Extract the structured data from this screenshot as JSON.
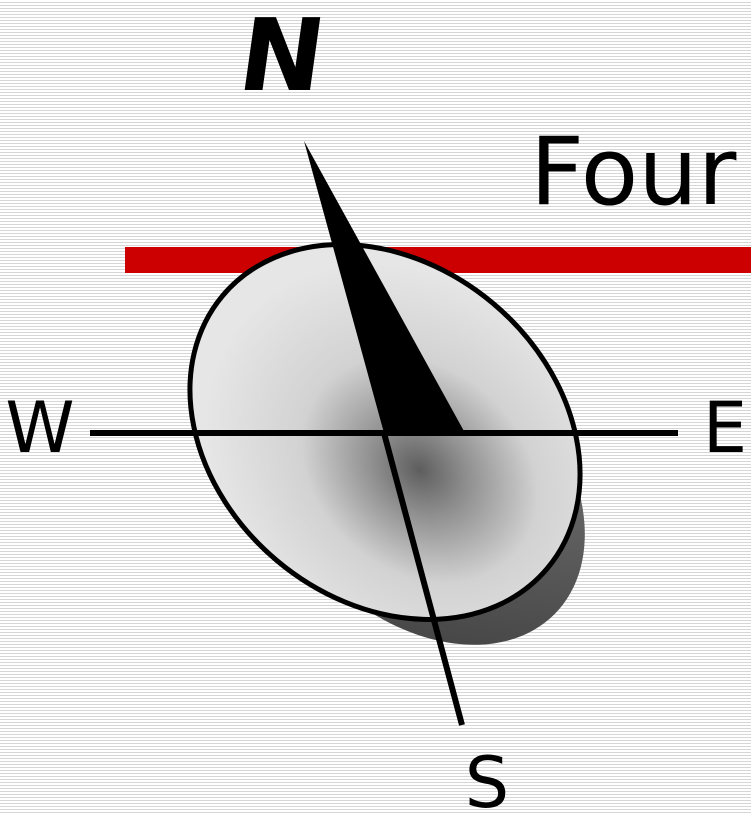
{
  "slide": {
    "title": "Four"
  },
  "compass": {
    "north_label": "N",
    "south_label": "S",
    "east_label": "E",
    "west_label": "W"
  },
  "colors": {
    "accent_rule": "#cc0000",
    "background": "#ffffff",
    "stripes": "#d6d6d6",
    "ink": "#000000"
  }
}
